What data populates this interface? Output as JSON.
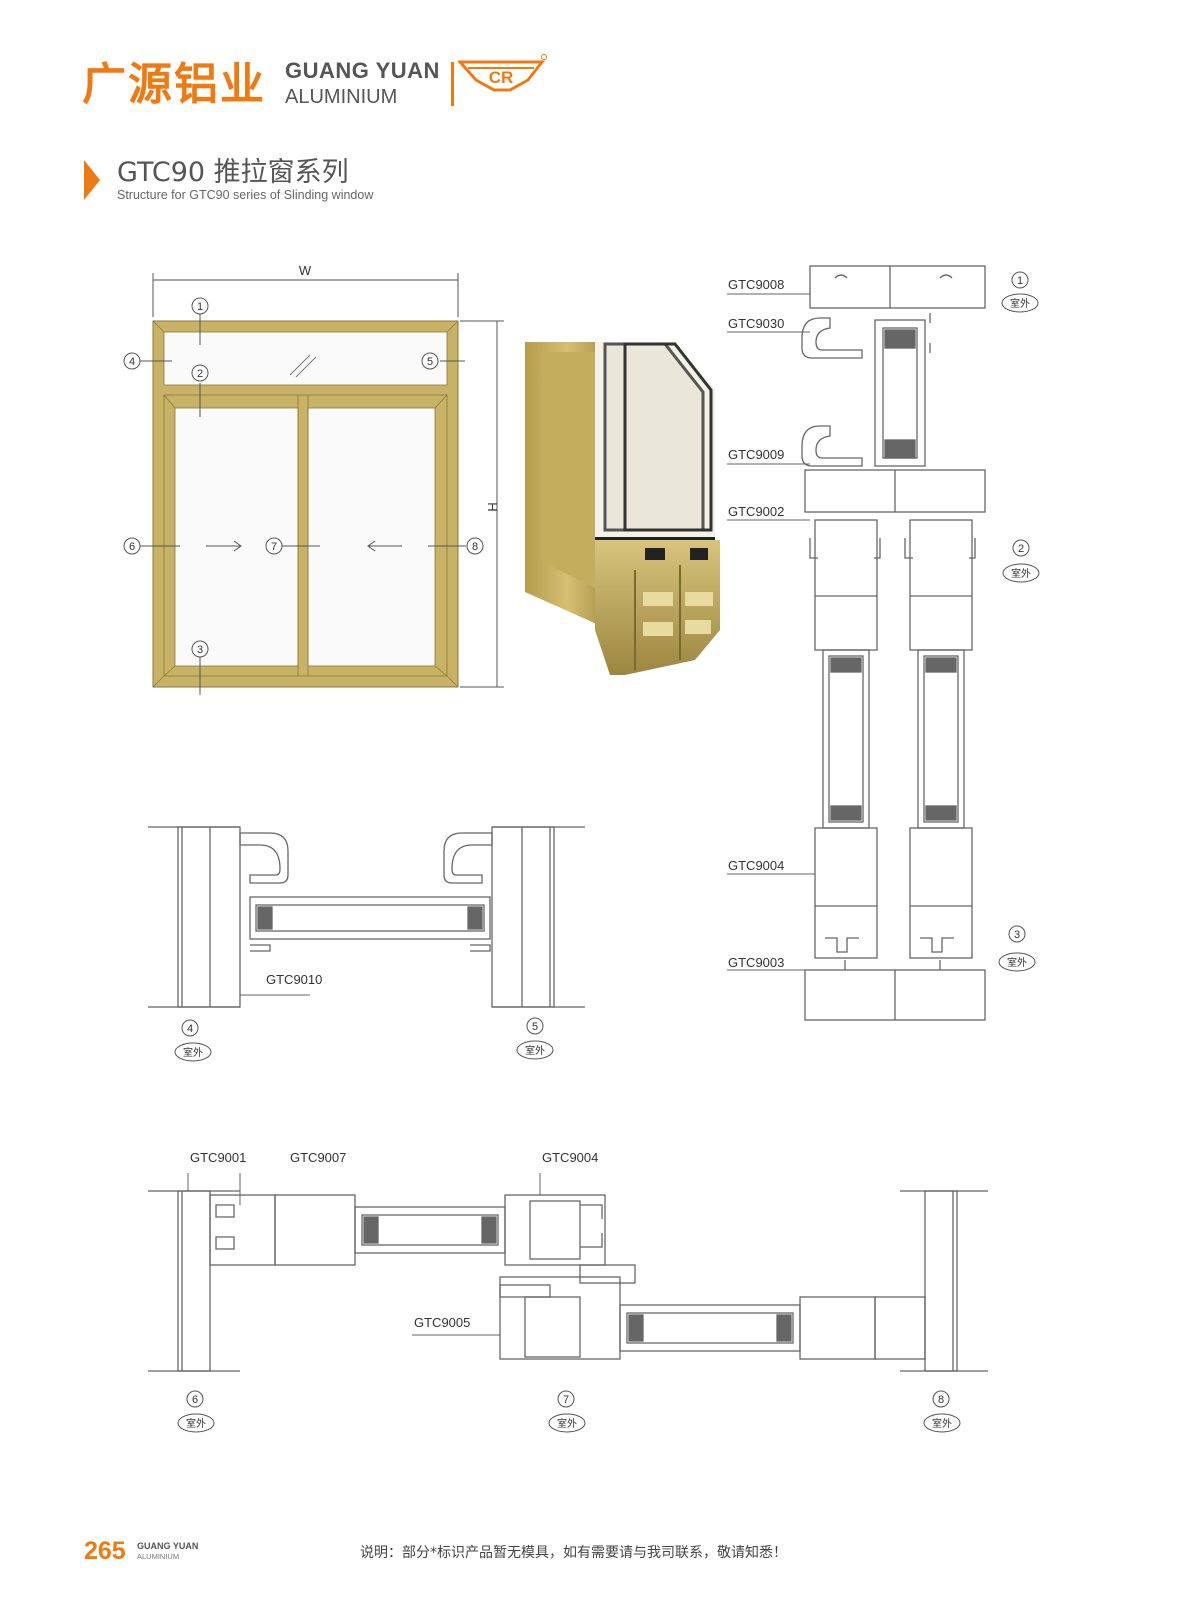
{
  "header": {
    "brand_cn": "广源铝业",
    "brand_en_line1": "GUANG YUAN",
    "brand_en_line2": "ALUMINIUM",
    "logo_mark": "CR"
  },
  "section": {
    "title": "GTC90 推拉窗系列",
    "subtitle": "Structure for GTC90 series of Slinding window"
  },
  "elevation": {
    "width_label": "W",
    "height_label": "H",
    "markers": [
      "1",
      "2",
      "3",
      "4",
      "5",
      "6",
      "7",
      "8"
    ]
  },
  "vertical_section": {
    "parts": [
      "GTC9008",
      "GTC9030",
      "GTC9009",
      "GTC9002",
      "GTC9004",
      "GTC9003"
    ],
    "markers": [
      "1",
      "2",
      "3"
    ],
    "outdoor_label": "室外"
  },
  "side_section": {
    "part": "GTC9010",
    "markers": [
      "4",
      "5"
    ],
    "outdoor_label": "室外"
  },
  "horizontal_section": {
    "parts": [
      "GTC9001",
      "GTC9007",
      "GTC9004",
      "GTC9005"
    ],
    "markers": [
      "6",
      "7",
      "8"
    ],
    "outdoor_label": "室外"
  },
  "footer": {
    "page_number": "265",
    "brand_line1": "GUANG YUAN",
    "brand_line2": "ALUMINIUM",
    "note": "说明：部分*标识产品暂无模具，如有需要请与我司联系，敬请知悉！"
  },
  "colors": {
    "brand_orange": "#f07a12",
    "frame_gold": "#c8b266",
    "line_gray": "#777777"
  }
}
